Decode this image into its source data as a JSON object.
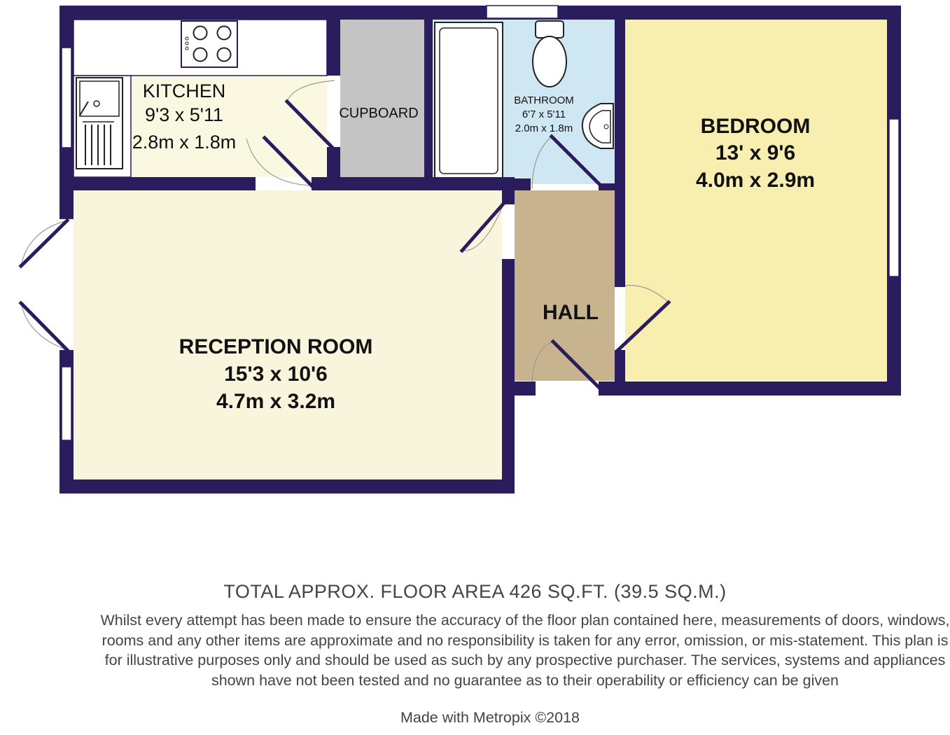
{
  "rooms": {
    "kitchen": {
      "name": "KITCHEN",
      "imperial": "9'3 x 5'11",
      "metric": "2.8m x 1.8m"
    },
    "cupboard": {
      "name": "CUPBOARD"
    },
    "bathroom": {
      "name": "BATHROOM",
      "imperial": "6'7 x 5'11",
      "metric": "2.0m x 1.8m"
    },
    "bedroom": {
      "name": "BEDROOM",
      "imperial": "13' x 9'6",
      "metric": "4.0m x 2.9m"
    },
    "hall": {
      "name": "HALL"
    },
    "reception": {
      "name": "RECEPTION ROOM",
      "imperial": "15'3 x 10'6",
      "metric": "4.7m x 3.2m"
    }
  },
  "footer": {
    "total_area": "TOTAL APPROX. FLOOR AREA 426 SQ.FT. (39.5 SQ.M.)",
    "disclaimer": "Whilst every attempt has been made to ensure the accuracy of the floor plan contained here, measurements of doors, windows, rooms and any other items are approximate and no responsibility is taken for any error, omission, or mis-statement. This plan is for illustrative purposes only and should be used as such by any prospective purchaser. The services, systems and appliances shown have not been tested and no guarantee as to their operability or efficiency can be given",
    "credit": "Made with Metropix ©2018"
  },
  "colors": {
    "wall": "#2b1c5e",
    "kitchen_floor": "#fbf8e1",
    "reception_floor": "#f9f5dc",
    "cupboard_floor": "#c4c4c4",
    "bathroom_floor": "#cfe6f3",
    "bedroom_floor": "#f8eeb0",
    "hall_floor": "#c7b48f"
  }
}
